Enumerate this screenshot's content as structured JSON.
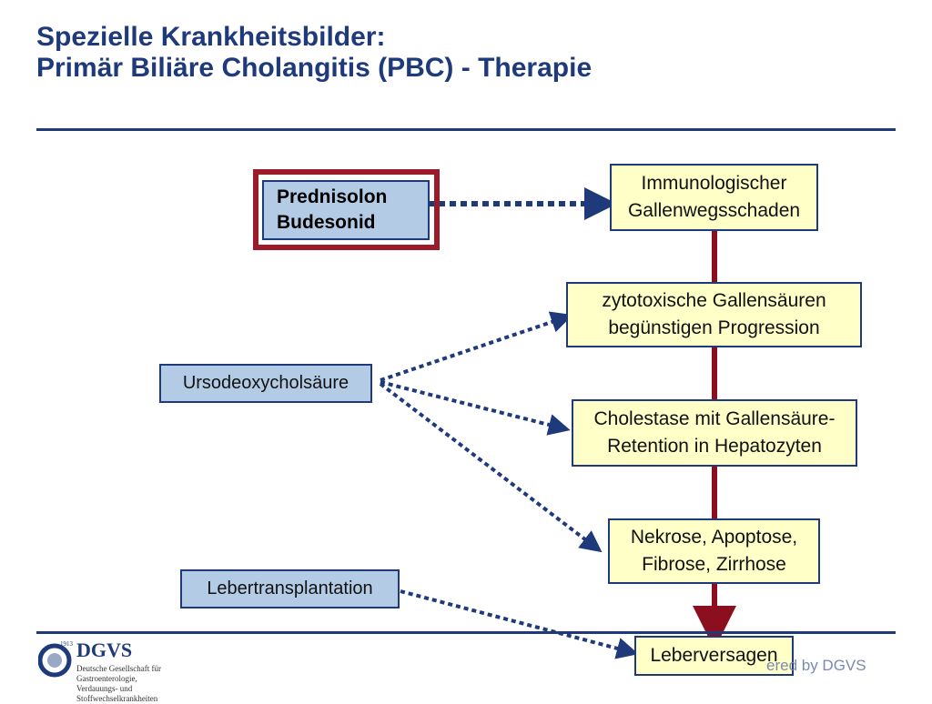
{
  "title": {
    "line1": "Spezielle Krankheitsbilder:",
    "line2": "Primär Biliäre Cholangitis (PBC) - Therapie"
  },
  "therapies": {
    "steroids": [
      "Prednisolon",
      "Budesonid"
    ],
    "udca": "Ursodeoxycholsäure",
    "transplant": "Lebertransplantation"
  },
  "stages": [
    {
      "lines": [
        "Immunologischer",
        "Gallenwegsschaden"
      ]
    },
    {
      "lines": [
        "zytotoxische Gallensäuren",
        "begünstigen Progression"
      ]
    },
    {
      "lines": [
        "Cholestase mit Gallensäure-",
        "Retention in Hepatozyten"
      ]
    },
    {
      "lines": [
        "Nekrose, Apoptose,",
        "Fibrose, Zirrhose"
      ]
    },
    {
      "lines": [
        "Leberversagen"
      ]
    }
  ],
  "footer": {
    "logo_name": "DGVS",
    "logo_year": "1913",
    "logo_subtitle": [
      "Deutsche Gesellschaft für",
      "Gastroenterologie,",
      "Verdauungs- und",
      "Stoffwechselkrankheiten"
    ],
    "powered_text": "ered by DGVS"
  },
  "colors": {
    "title": "#1f3a7a",
    "box_yellow": "#ffffc8",
    "box_blue": "#b4cbe6",
    "arrow_dotted": "#1f3a7a",
    "flow_arrow": "#8b0f1e",
    "steroid_frame": "#9b1b2a"
  }
}
